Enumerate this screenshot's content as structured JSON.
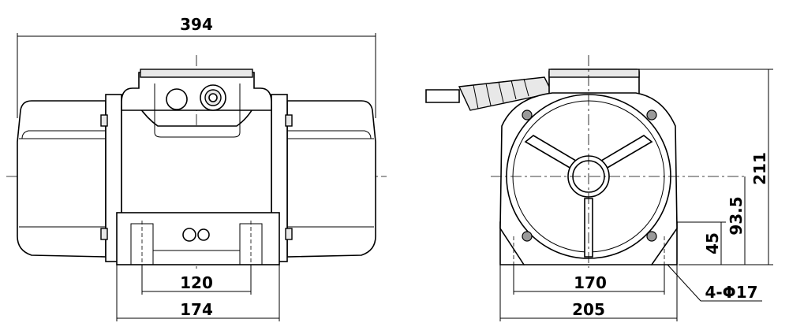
{
  "drawing": {
    "front_view": {
      "overall_width": "394",
      "inner_mount_spacing": "120",
      "base_width": "174"
    },
    "side_view": {
      "hole_spacing": "170",
      "base_width": "205",
      "total_height": "211",
      "center_height": "93.5",
      "base_height": "45",
      "mounting_holes": "4-Φ17"
    }
  }
}
